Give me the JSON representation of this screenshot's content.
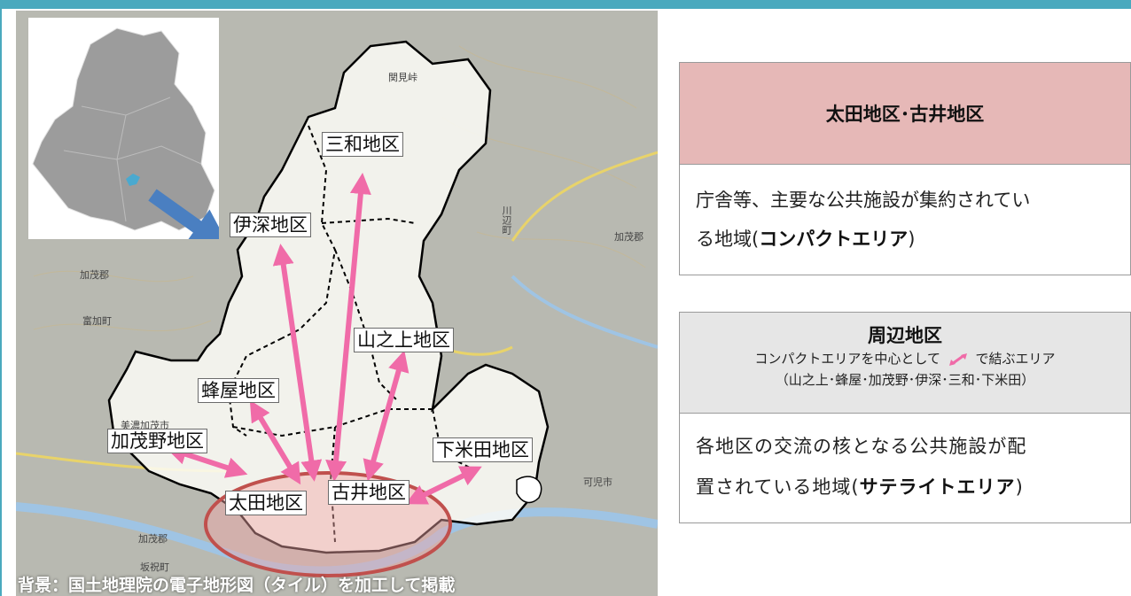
{
  "map": {
    "credit": "背景：国土地理院の電子地形図（タイル）を加工して掲載",
    "districts": {
      "miwa": "三和地区",
      "ibuka": "伊深地区",
      "yamanoue": "山之上地区",
      "hachiya": "蜂屋地区",
      "kamono": "加茂野地区",
      "shimoyoneda": "下米田地区",
      "ota": "太田地区",
      "furui": "古井地区"
    },
    "places": {
      "minokamo_city": "美濃加茂市",
      "kamo_gun_1": "加茂郡",
      "tomika": "富加町",
      "kamo_gun_2": "加茂郡",
      "kamo_gun_3": "加茂郡",
      "sakahogi": "坂祝町",
      "kani_city": "可児市",
      "kawabe": "川辺町",
      "sekino_pass": "関見峠"
    }
  },
  "panels": {
    "compact": {
      "title": "太田地区･古井地区",
      "body_prefix": "庁舎等、主要な公共施設が集約されてい",
      "body_line2_prefix": "る地域(",
      "body_emphasis": "コンパクトエリア",
      "body_suffix": ")"
    },
    "peripheral": {
      "title": "周辺地区",
      "sub_before": "コンパクトエリアを中心として",
      "sub_after": "で結ぶエリア",
      "sub_line2": "（山之上･蜂屋･加茂野･伊深･三和･下米田）",
      "body_line1": "各地区の交流の核となる公共施設が配",
      "body_line2_prefix": "置されている地域(",
      "body_emphasis": "サテライトエリア",
      "body_suffix": ")"
    }
  },
  "colors": {
    "accent_bar": "#4aa9be",
    "compact_header": "#e6b8b7",
    "peripheral_header": "#e6e6e6",
    "arrow": "#f06ba8",
    "core_ellipse": "#c0504d",
    "inset_arrow": "#4a7fc1"
  }
}
